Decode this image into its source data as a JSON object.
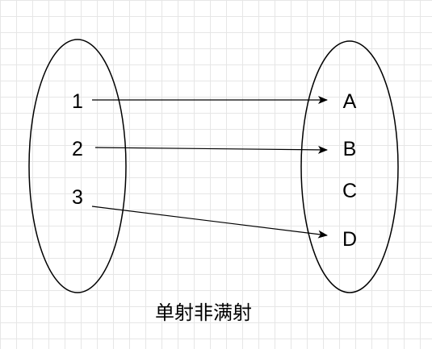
{
  "domain_set": [
    "1",
    "2",
    "3"
  ],
  "codomain_set": [
    "A",
    "B",
    "C",
    "D"
  ],
  "mapping": [
    {
      "from": "1",
      "to": "A"
    },
    {
      "from": "2",
      "to": "B"
    },
    {
      "from": "3",
      "to": "D"
    }
  ],
  "caption": "单射非满射",
  "colors": {
    "stroke": "#000000",
    "grid": "#e6e6e6",
    "background": "#ffffff"
  }
}
